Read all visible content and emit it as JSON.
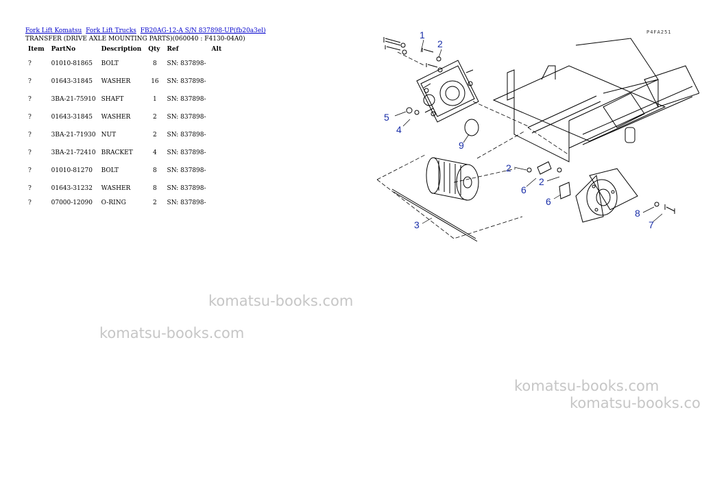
{
  "breadcrumb": {
    "links": [
      "Fork Lift Komatsu",
      "Fork Lift Trucks",
      "FB20AG-12-A S/N 837898-UP(fb20a3el)"
    ]
  },
  "subtitle": "TRANSFER (DRIVE AXLE MOUNTING PARTS)(060040 : F4130-04A0)",
  "table": {
    "headers": {
      "item": "Item",
      "partno": "PartNo",
      "description": "Description",
      "qty": "Qty",
      "ref": "Ref",
      "alt": "Alt"
    },
    "rows": [
      {
        "item": "?",
        "partno": "01010-81865",
        "description": "BOLT",
        "qty": "8",
        "ref": "SN: 837898-"
      },
      {
        "item": "?",
        "partno": "01643-31845",
        "description": "WASHER",
        "qty": "16",
        "ref": "SN: 837898-"
      },
      {
        "item": "?",
        "partno": "3BA-21-75910",
        "description": "SHAFT",
        "qty": "1",
        "ref": "SN: 837898-"
      },
      {
        "item": "?",
        "partno": "01643-31845",
        "description": "WASHER",
        "qty": "2",
        "ref": "SN: 837898-"
      },
      {
        "item": "?",
        "partno": "3BA-21-71930",
        "description": "NUT",
        "qty": "2",
        "ref": "SN: 837898-"
      },
      {
        "item": "?",
        "partno": "3BA-21-72410",
        "description": "BRACKET",
        "qty": "4",
        "ref": "SN: 837898-"
      },
      {
        "item": "?",
        "partno": "01010-81270",
        "description": "BOLT",
        "qty": "8",
        "ref": "SN: 837898-"
      },
      {
        "item": "?",
        "partno": "01643-31232",
        "description": "WASHER",
        "qty": "8",
        "ref": "SN: 837898-"
      },
      {
        "item": "?",
        "partno": "07000-12090",
        "description": "O-RING",
        "qty": "2",
        "ref": "SN: 837898-"
      }
    ]
  },
  "drawing": {
    "code": "P4FA251",
    "callouts": [
      "1",
      "2",
      "5",
      "4",
      "9",
      "2",
      "6",
      "2",
      "6",
      "3",
      "8",
      "7"
    ],
    "callout_color": "#1a2fa8"
  },
  "watermarks": [
    "komatsu-books.com",
    "komatsu-books.com",
    "komatsu-books.com",
    "komatsu-books.co"
  ]
}
